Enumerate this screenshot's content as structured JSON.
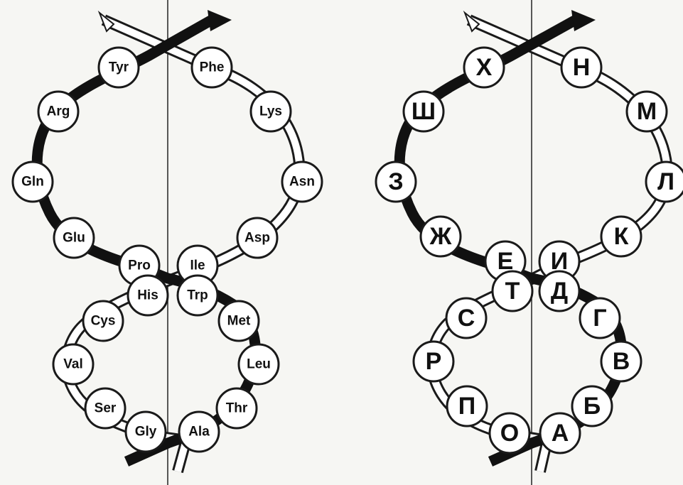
{
  "colors": {
    "dark_strand": "#111111",
    "light_strand": "#ffffff",
    "outline": "#1a1a1a",
    "axis": "#222222"
  },
  "left_helix": {
    "nodes": [
      "Tyr",
      "Phe",
      "Arg",
      "Lys",
      "Gln",
      "Asn",
      "Glu",
      "Asp",
      "Pro",
      "Ile",
      "His",
      "Trp",
      "Cys",
      "Met",
      "Val",
      "Leu",
      "Ser",
      "Thr",
      "Gly",
      "Ala"
    ]
  },
  "right_helix": {
    "nodes": [
      "Х",
      "Н",
      "Ш",
      "М",
      "З",
      "Л",
      "Ж",
      "К",
      "Е",
      "И",
      "Т",
      "Д",
      "С",
      "Г",
      "Р",
      "В",
      "П",
      "Б",
      "О",
      "А"
    ]
  }
}
